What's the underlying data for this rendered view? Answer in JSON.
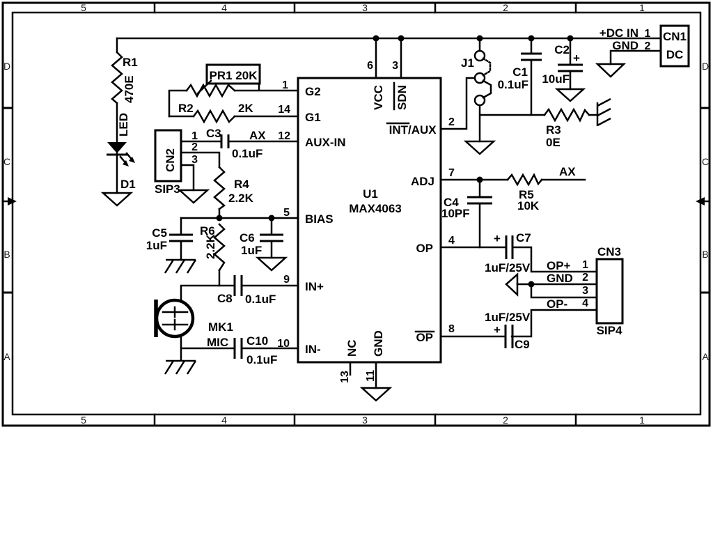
{
  "border": {
    "top": [
      "5",
      "4",
      "3",
      "2",
      "1"
    ],
    "bottom": [
      "5",
      "4",
      "3",
      "2",
      "1"
    ],
    "left": [
      "D",
      "C",
      "B",
      "A"
    ],
    "right": [
      "D",
      "C",
      "B",
      "A"
    ]
  },
  "power": {
    "rail_label": "+DC IN",
    "rail_pin": "1",
    "gnd_label": "GND",
    "gnd_pin": "2"
  },
  "nets": {
    "ax": "AX"
  },
  "connectors": {
    "cn1": {
      "ref": "CN1",
      "type": "DC"
    },
    "cn2": {
      "ref": "CN2",
      "type": "SIP3",
      "pin1": "1",
      "pin2": "2",
      "pin3": "3"
    },
    "cn3": {
      "ref": "CN3",
      "type": "SIP4",
      "p1_name": "OP+",
      "p1_num": "1",
      "p2_name": "GND",
      "p2_num": "2",
      "p3_num": "3",
      "p4_name": "OP-",
      "p4_num": "4"
    }
  },
  "ic": {
    "ref": "U1",
    "part": "MAX4063",
    "pins": {
      "g2": {
        "name": "G2",
        "num": "1"
      },
      "g1": {
        "name": "G1",
        "num": "14"
      },
      "auxin": {
        "name": "AUX-IN",
        "num": "12"
      },
      "bias": {
        "name": "BIAS",
        "num": "5"
      },
      "inp": {
        "name": "IN+",
        "num": "9"
      },
      "inn": {
        "name": "IN-",
        "num": "10"
      },
      "vcc": {
        "name": "VCC",
        "num": "6"
      },
      "sdn": {
        "name": "SDN",
        "num": "3"
      },
      "int": {
        "name_a": "INT",
        "name_b": "/AUX",
        "num": "2"
      },
      "adj": {
        "name": "ADJ",
        "num": "7"
      },
      "op": {
        "name": "OP",
        "num": "4"
      },
      "opb": {
        "name": "OP",
        "num": "8"
      },
      "nc": {
        "name": "NC",
        "num": "13"
      },
      "gnd": {
        "name": "GND",
        "num": "11"
      }
    }
  },
  "parts": {
    "r1": {
      "ref": "R1",
      "value": "470E"
    },
    "d1": {
      "ref": "D1",
      "value": "LED"
    },
    "pr1": {
      "label": "PR1 20K"
    },
    "r2": {
      "ref": "R2",
      "value": "2K"
    },
    "r3": {
      "ref": "R3",
      "value": "0E"
    },
    "r4": {
      "ref": "R4",
      "value": "2.2K"
    },
    "r5": {
      "ref": "R5",
      "value": "10K"
    },
    "r6": {
      "ref": "R6",
      "value": "2.2K"
    },
    "c1": {
      "ref": "C1",
      "value": "0.1uF"
    },
    "c2": {
      "ref": "C2",
      "value": "10uF",
      "polarity": "+"
    },
    "c3": {
      "ref": "C3",
      "value": "0.1uF"
    },
    "c4": {
      "ref": "C4",
      "value": "10PF"
    },
    "c5": {
      "ref": "C5",
      "value": "1uF"
    },
    "c6": {
      "ref": "C6",
      "value": "1uF"
    },
    "c7": {
      "ref": "C7",
      "value": "1uF/25V",
      "polarity": "+"
    },
    "c8": {
      "ref": "C8",
      "value": "0.1uF"
    },
    "c9": {
      "ref": "C9",
      "value": "1uF/25V",
      "polarity": "+"
    },
    "c10": {
      "ref": "C10",
      "value": "0.1uF"
    },
    "j1": {
      "ref": "J1"
    },
    "mk1": {
      "ref": "MK1",
      "value": "MIC"
    }
  },
  "colors": {
    "ink": "#000000",
    "paper": "#ffffff"
  }
}
